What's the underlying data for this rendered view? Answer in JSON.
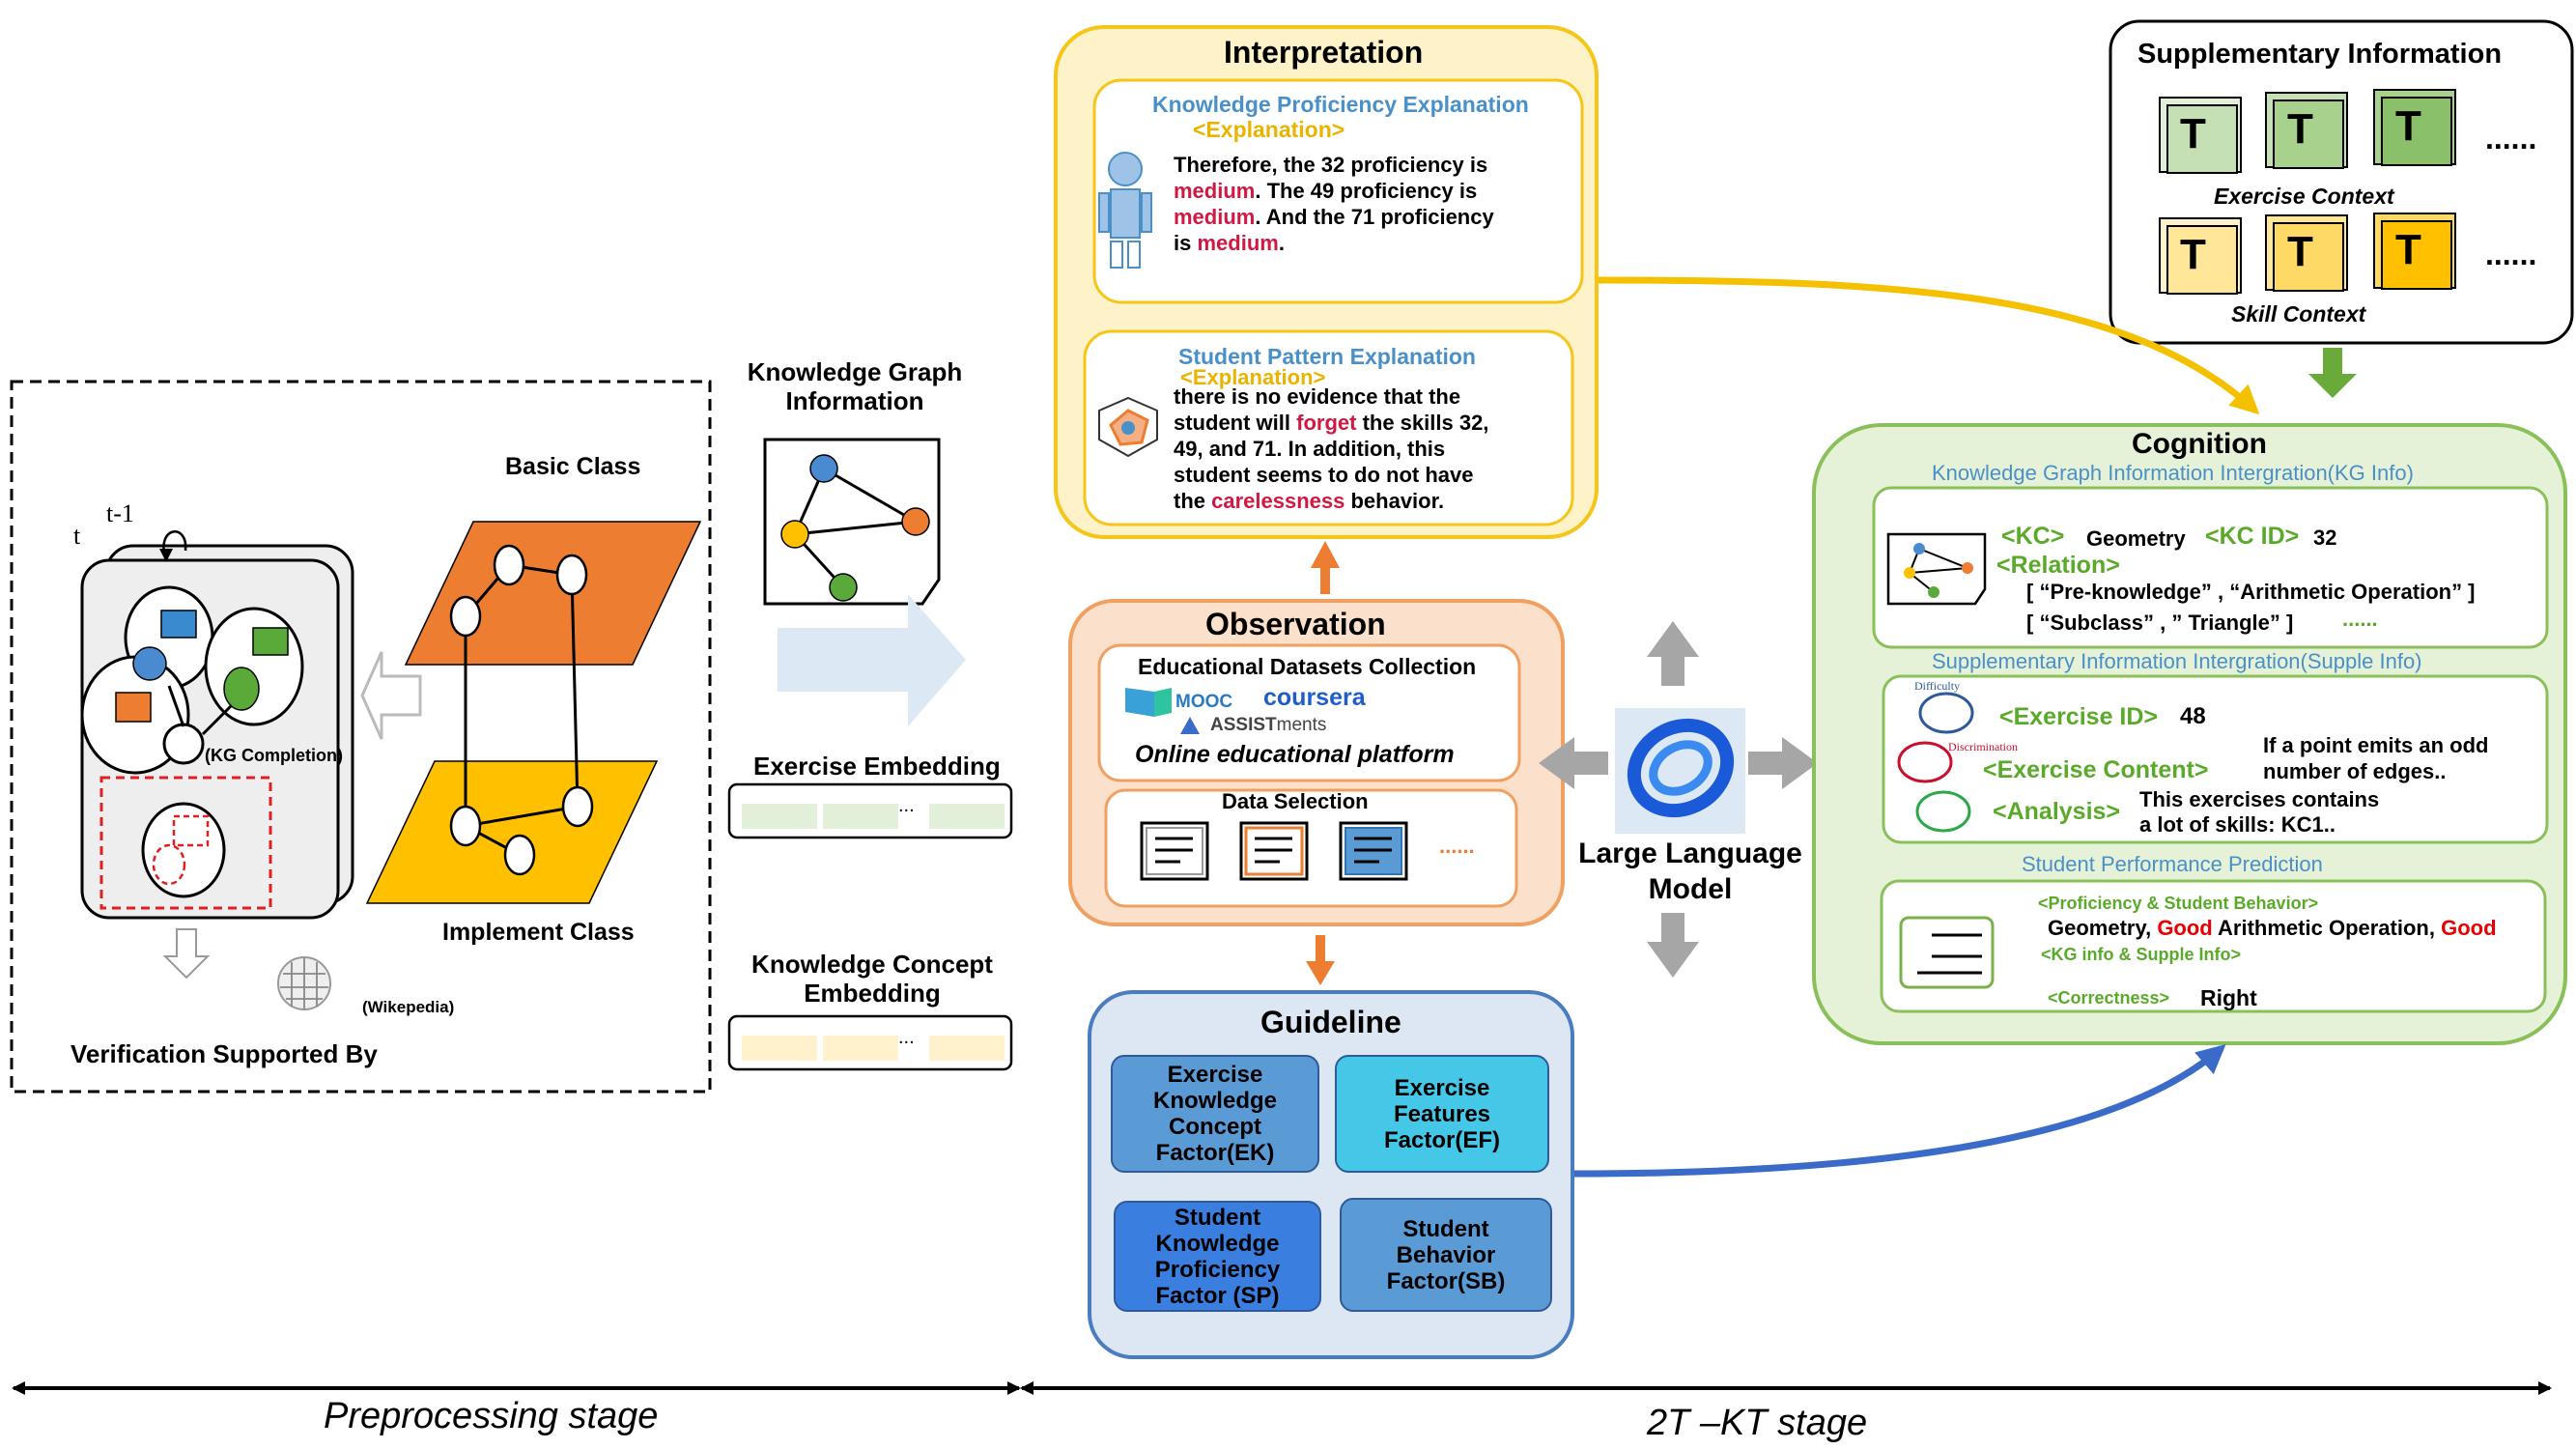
{
  "preprocessing": {
    "basic_class": "Basic Class",
    "implement_class": "Implement Class",
    "kg_completion": "(KG Completion)",
    "verification": "Verification Supported By",
    "wikepedia": "(Wikepedia)",
    "t_label": "t",
    "t_minus_label": "t-1"
  },
  "embeddings": {
    "kg_info": "Knowledge Graph\nInformation",
    "exercise": "Exercise Embedding",
    "kc": "Knowledge Concept\nEmbedding",
    "ellipsis": "..."
  },
  "interpretation": {
    "title": "Interpretation",
    "kp_title": "Knowledge Proficiency Explanation",
    "kp_tag": "<Explanation>",
    "kp_text_1": "Therefore, the 32 proficiency is",
    "kp_medium": "medium",
    "kp_text_2": ". The 49 proficiency is",
    "kp_text_3": ". And the 71 proficiency",
    "kp_text_4": "is ",
    "kp_text_5": ".",
    "sp_title": "Student Pattern Explanation",
    "sp_tag": "<Explanation>",
    "sp_text_1": "there is no evidence that the",
    "sp_text_2a": "student will ",
    "sp_forget": "forget",
    "sp_text_2b": " the skills 32,",
    "sp_text_3": "49, and 71. In addition, this",
    "sp_text_4": "student seems to do not have",
    "sp_text_5a": "the ",
    "sp_careless": "carelessness",
    "sp_text_5b": " behavior."
  },
  "observation": {
    "title": "Observation",
    "datasets": "Educational Datasets Collection",
    "mooc": "MOOC",
    "coursera": "coursera",
    "assist_bold": "ASSIST",
    "assist_rest": "ments",
    "platform": "Online educational platform",
    "data_selection": "Data Selection",
    "dots": "......"
  },
  "guideline": {
    "title": "Guideline",
    "ek": "Exercise\nKnowledge\nConcept\nFactor(EK)",
    "ef": "Exercise\nFeatures\nFactor(EF)",
    "sp": "Student\nKnowledge\nProficiency\nFactor (SP)",
    "sb": "Student\nBehavior\nFactor(SB)"
  },
  "llm": {
    "label": "Large Language\nModel"
  },
  "supplementary": {
    "title": "Supplementary Information",
    "exercise_context": "Exercise Context",
    "skill_context": "Skill Context",
    "dots": "......",
    "t_letter": "T"
  },
  "cognition": {
    "title": "Cognition",
    "kg_header": "Knowledge Graph Information Intergration(KG Info)",
    "kc_tag": "<KC>",
    "kc_value": "Geometry",
    "kc_id_tag": "<KC ID>",
    "kc_id_value": "32",
    "relation_tag": "<Relation>",
    "relation_1": "[ “Pre-knowledge” , “Arithmetic Operation” ]",
    "relation_2": "[ “Subclass” , ”  Triangle” ]",
    "relation_dots": "......",
    "supple_header": "Supplementary Information Intergration(Supple Info)",
    "difficulty": "Difficulty",
    "discrimination": "Discrimination",
    "exercise_id_tag": "<Exercise ID>",
    "exercise_id_value": "48",
    "exercise_content_tag": "<Exercise Content>",
    "exercise_content_value": "If a point emits an odd\nnumber of edges..",
    "analysis_tag": "<Analysis>",
    "analysis_value": "This exercises contains\na lot of skills: KC1..",
    "prediction_header": "Student Performance Prediction",
    "prof_tag": "<Proficiency & Student Behavior>",
    "pred_geometry": "Geometry, ",
    "pred_good": "Good",
    "pred_arith": " Arithmetic Operation, ",
    "kg_supple_tag": "<KG info & Supple Info>",
    "correctness_tag": "<Correctness>",
    "correctness_value": "Right"
  },
  "stages": {
    "preprocessing": "Preprocessing stage",
    "kt": "2T –KT stage"
  },
  "colors": {
    "interpretation_border": "#f5c518",
    "interpretation_fill": "#fdf2c8",
    "observation_border": "#f0a060",
    "observation_fill": "#fbe0cc",
    "guideline_border": "#4a7cc0",
    "guideline_fill": "#dde7f4",
    "cognition_border": "#8ac05a",
    "cognition_fill": "#e6f2d8",
    "orange_layer": "#ed7d31",
    "yellow_layer": "#ffc000"
  }
}
